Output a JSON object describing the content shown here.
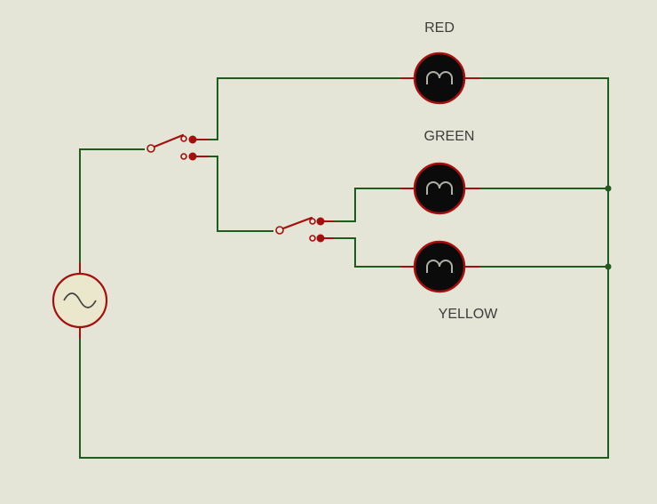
{
  "labels": {
    "red": "RED",
    "green": "GREEN",
    "yellow": "YELLOW"
  },
  "icons": {
    "lamp_red": "lamp-icon",
    "lamp_green": "lamp-icon",
    "lamp_yellow": "lamp-icon",
    "ac_source": "sine-wave-source-icon",
    "switch_1": "spdt-switch-icon",
    "switch_2": "spdt-switch-icon"
  },
  "colors": {
    "bg": "#e4e5d6",
    "wire": "#1d5c1d",
    "red": "#a40f0f",
    "lamp": "#0b0b0b",
    "filament": "#b0b0a8",
    "source": "#eae7cd",
    "sine": "#444444",
    "text": "#3d3d3d"
  }
}
